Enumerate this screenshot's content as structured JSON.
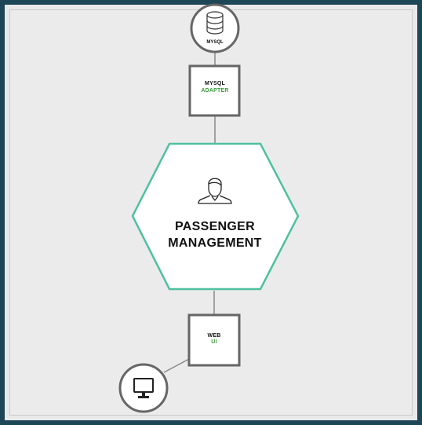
{
  "nodes": {
    "database": {
      "label": "MYSQL",
      "icon": "database-icon"
    },
    "db_adapter": {
      "line1": "MYSQL",
      "line2": "ADAPTER"
    },
    "core": {
      "line1": "PASSENGER",
      "line2": "MANAGEMENT",
      "icon": "person-icon"
    },
    "web_adapter": {
      "line1": "WEB",
      "line2": "UI"
    },
    "client": {
      "icon": "monitor-icon"
    }
  },
  "colors": {
    "hex_border": "#4fc0a0",
    "adapter_accent": "#3a9a3a",
    "node_border": "#666666",
    "frame": "#1d4656"
  }
}
